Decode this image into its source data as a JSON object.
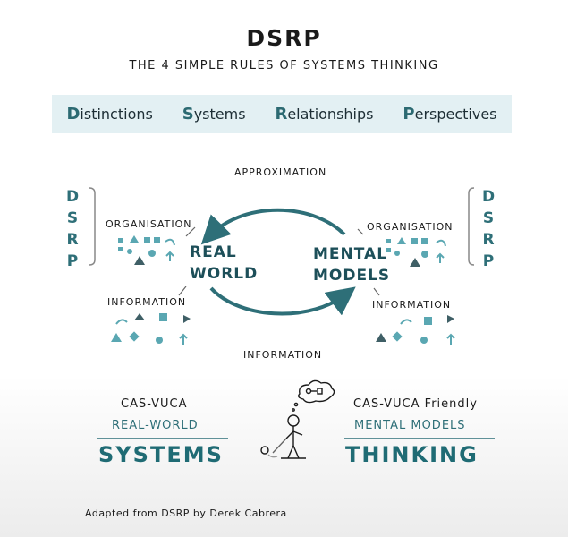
{
  "title": "DSRP",
  "subtitle": "THE 4 SIMPLE RULES OF SYSTEMS THINKING",
  "banner": {
    "distinctions": {
      "first": "D",
      "rest": "istinctions"
    },
    "systems": {
      "first": "S",
      "rest": "ystems"
    },
    "relationships": {
      "first": "R",
      "rest": "elationships"
    },
    "perspectives": {
      "first": "P",
      "rest": "erspectives"
    }
  },
  "side_letters": [
    "D",
    "S",
    "R",
    "P"
  ],
  "cycle": {
    "top_label": "APPROXIMATION",
    "bottom_label": "INFORMATION"
  },
  "left": {
    "title_line1": "REAL",
    "title_line2": "WORLD",
    "organisation_label": "ORGANISATION",
    "information_label": "INFORMATION"
  },
  "right": {
    "title_line1": "MENTAL",
    "title_line2": "MODELS",
    "organisation_label": "ORGANISATION",
    "information_label": "INFORMATION"
  },
  "bottom_left": {
    "line1": "CAS-VUCA",
    "line2": "REAL-WORLD",
    "big": "SYSTEMS"
  },
  "bottom_right": {
    "line1": "CAS-VUCA Friendly",
    "line2": "MENTAL MODELS",
    "big": "THINKING"
  },
  "footer": "Adapted from DSRP by Derek Cabrera",
  "colors": {
    "teal": "#2e6f78",
    "teal_dark": "#1d4f59",
    "banner_bg": "#e3f0f3",
    "shape_light": "#5aa7b2",
    "shape_dark": "#3f5f66"
  }
}
